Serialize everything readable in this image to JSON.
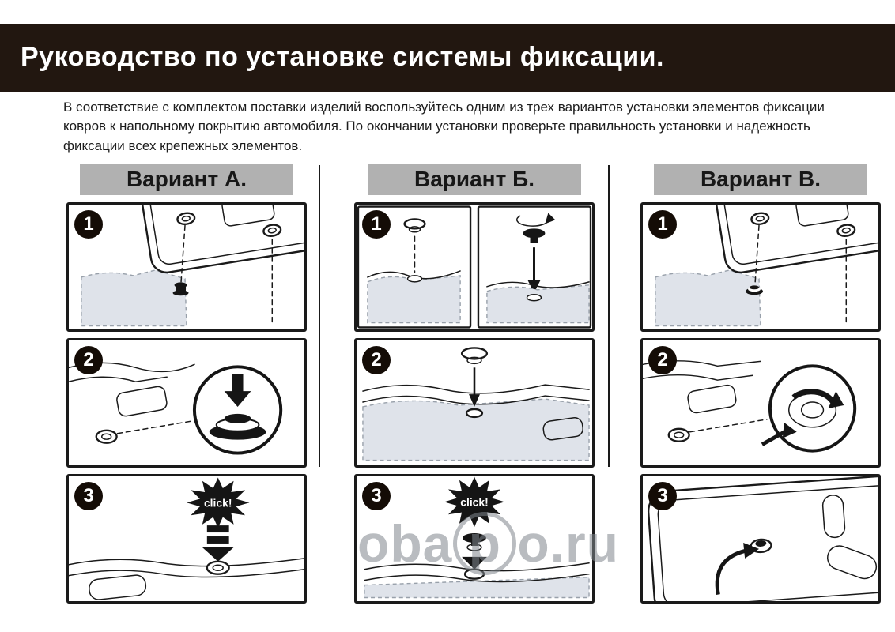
{
  "header": {
    "title": "Руководство по установке системы фиксации."
  },
  "intro": "В соответствие с комплектом поставки изделий воспользуйтесь одним из трех вариантов установки элементов фиксации ковров к напольному покрытию автомобиля. По окончании установки проверьте правильность установки и надежность фиксации всех крепежных элементов.",
  "variants": [
    {
      "label": "Вариант А.",
      "steps": [
        "1",
        "2",
        "3"
      ],
      "click": "click!"
    },
    {
      "label": "Вариант Б.",
      "steps": [
        "1",
        "2",
        "3"
      ],
      "click": "click!"
    },
    {
      "label": "Вариант В.",
      "steps": [
        "1",
        "2",
        "3"
      ]
    }
  ],
  "watermark": {
    "left": "oba",
    "circled": "p",
    "right": "o.ru"
  },
  "colors": {
    "header_bg": "#221710",
    "variant_header_bg": "#b1b1b1",
    "line": "#1a1a1a",
    "shade": "#dfe3ea"
  }
}
